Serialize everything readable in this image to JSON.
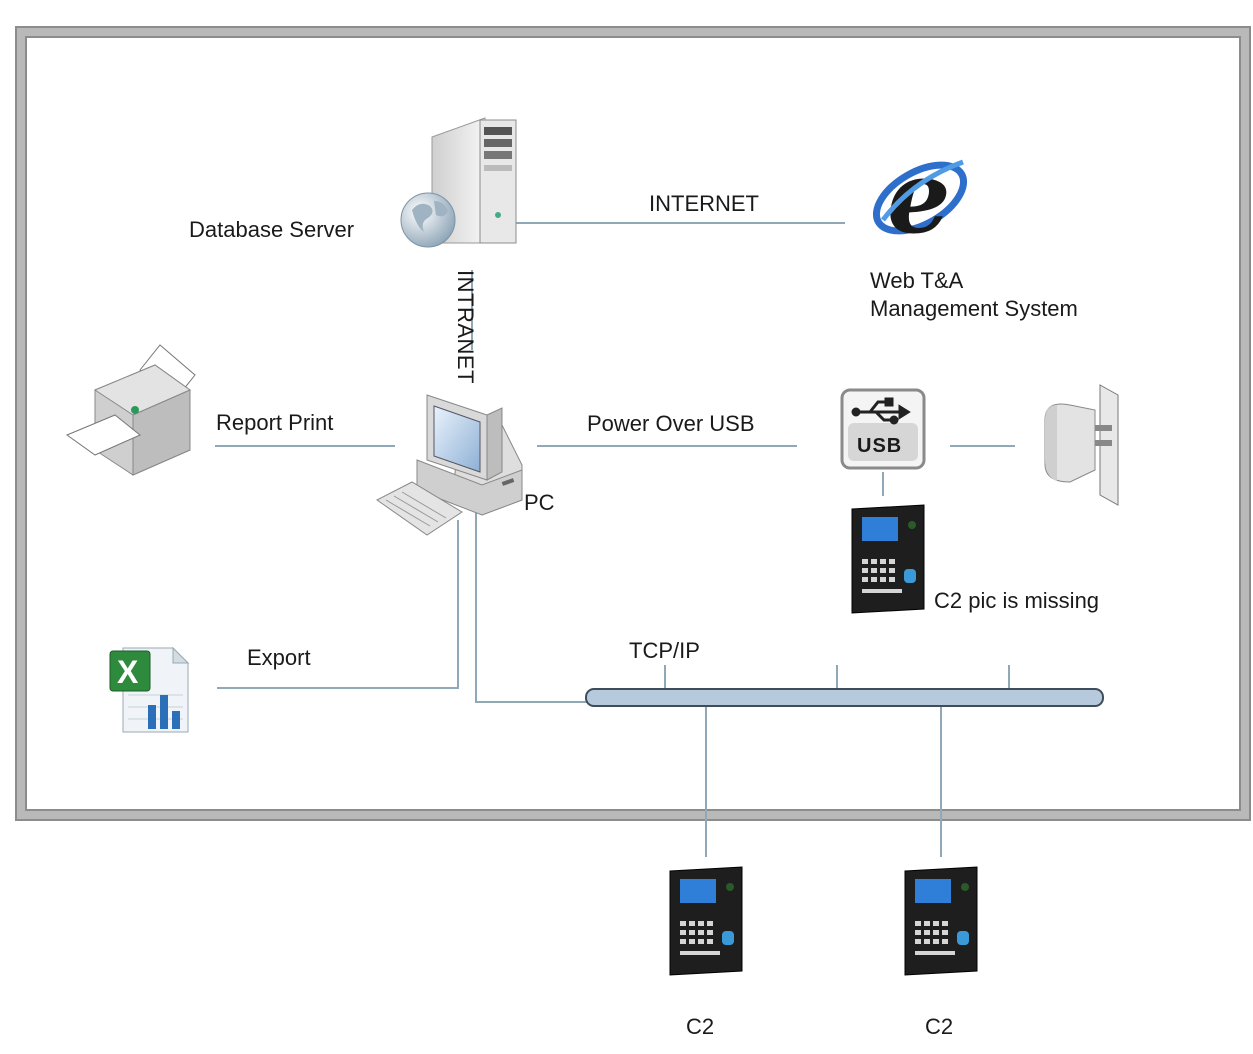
{
  "labels": {
    "database_server": "Database Server",
    "internet": "INTERNET",
    "intranet": "INTRANET",
    "web_ta_line1": "Web T&A",
    "web_ta_line2": "Management System",
    "report_print": "Report Print",
    "power_over_usb": "Power Over USB",
    "pc": "PC",
    "usb_badge": "USB",
    "c2_missing": "C2 pic is missing",
    "export": "Export",
    "tcpip": "TCP/IP",
    "c2_left": "C2",
    "c2_right": "C2"
  },
  "icons": {
    "server": "database-server-icon",
    "browser": "internet-explorer-icon",
    "printer": "printer-icon",
    "computer": "desktop-pc-icon",
    "usb": "usb-icon",
    "adapter": "power-adapter-icon",
    "terminal": "c2-terminal-icon",
    "excel": "excel-export-icon"
  },
  "colors": {
    "wire": "#8fa9b8",
    "bus_fill": "#b7c9dc",
    "frame": "#b9b9b9",
    "ie_blue": "#1f5fb4",
    "excel_green": "#2e8b3e"
  }
}
